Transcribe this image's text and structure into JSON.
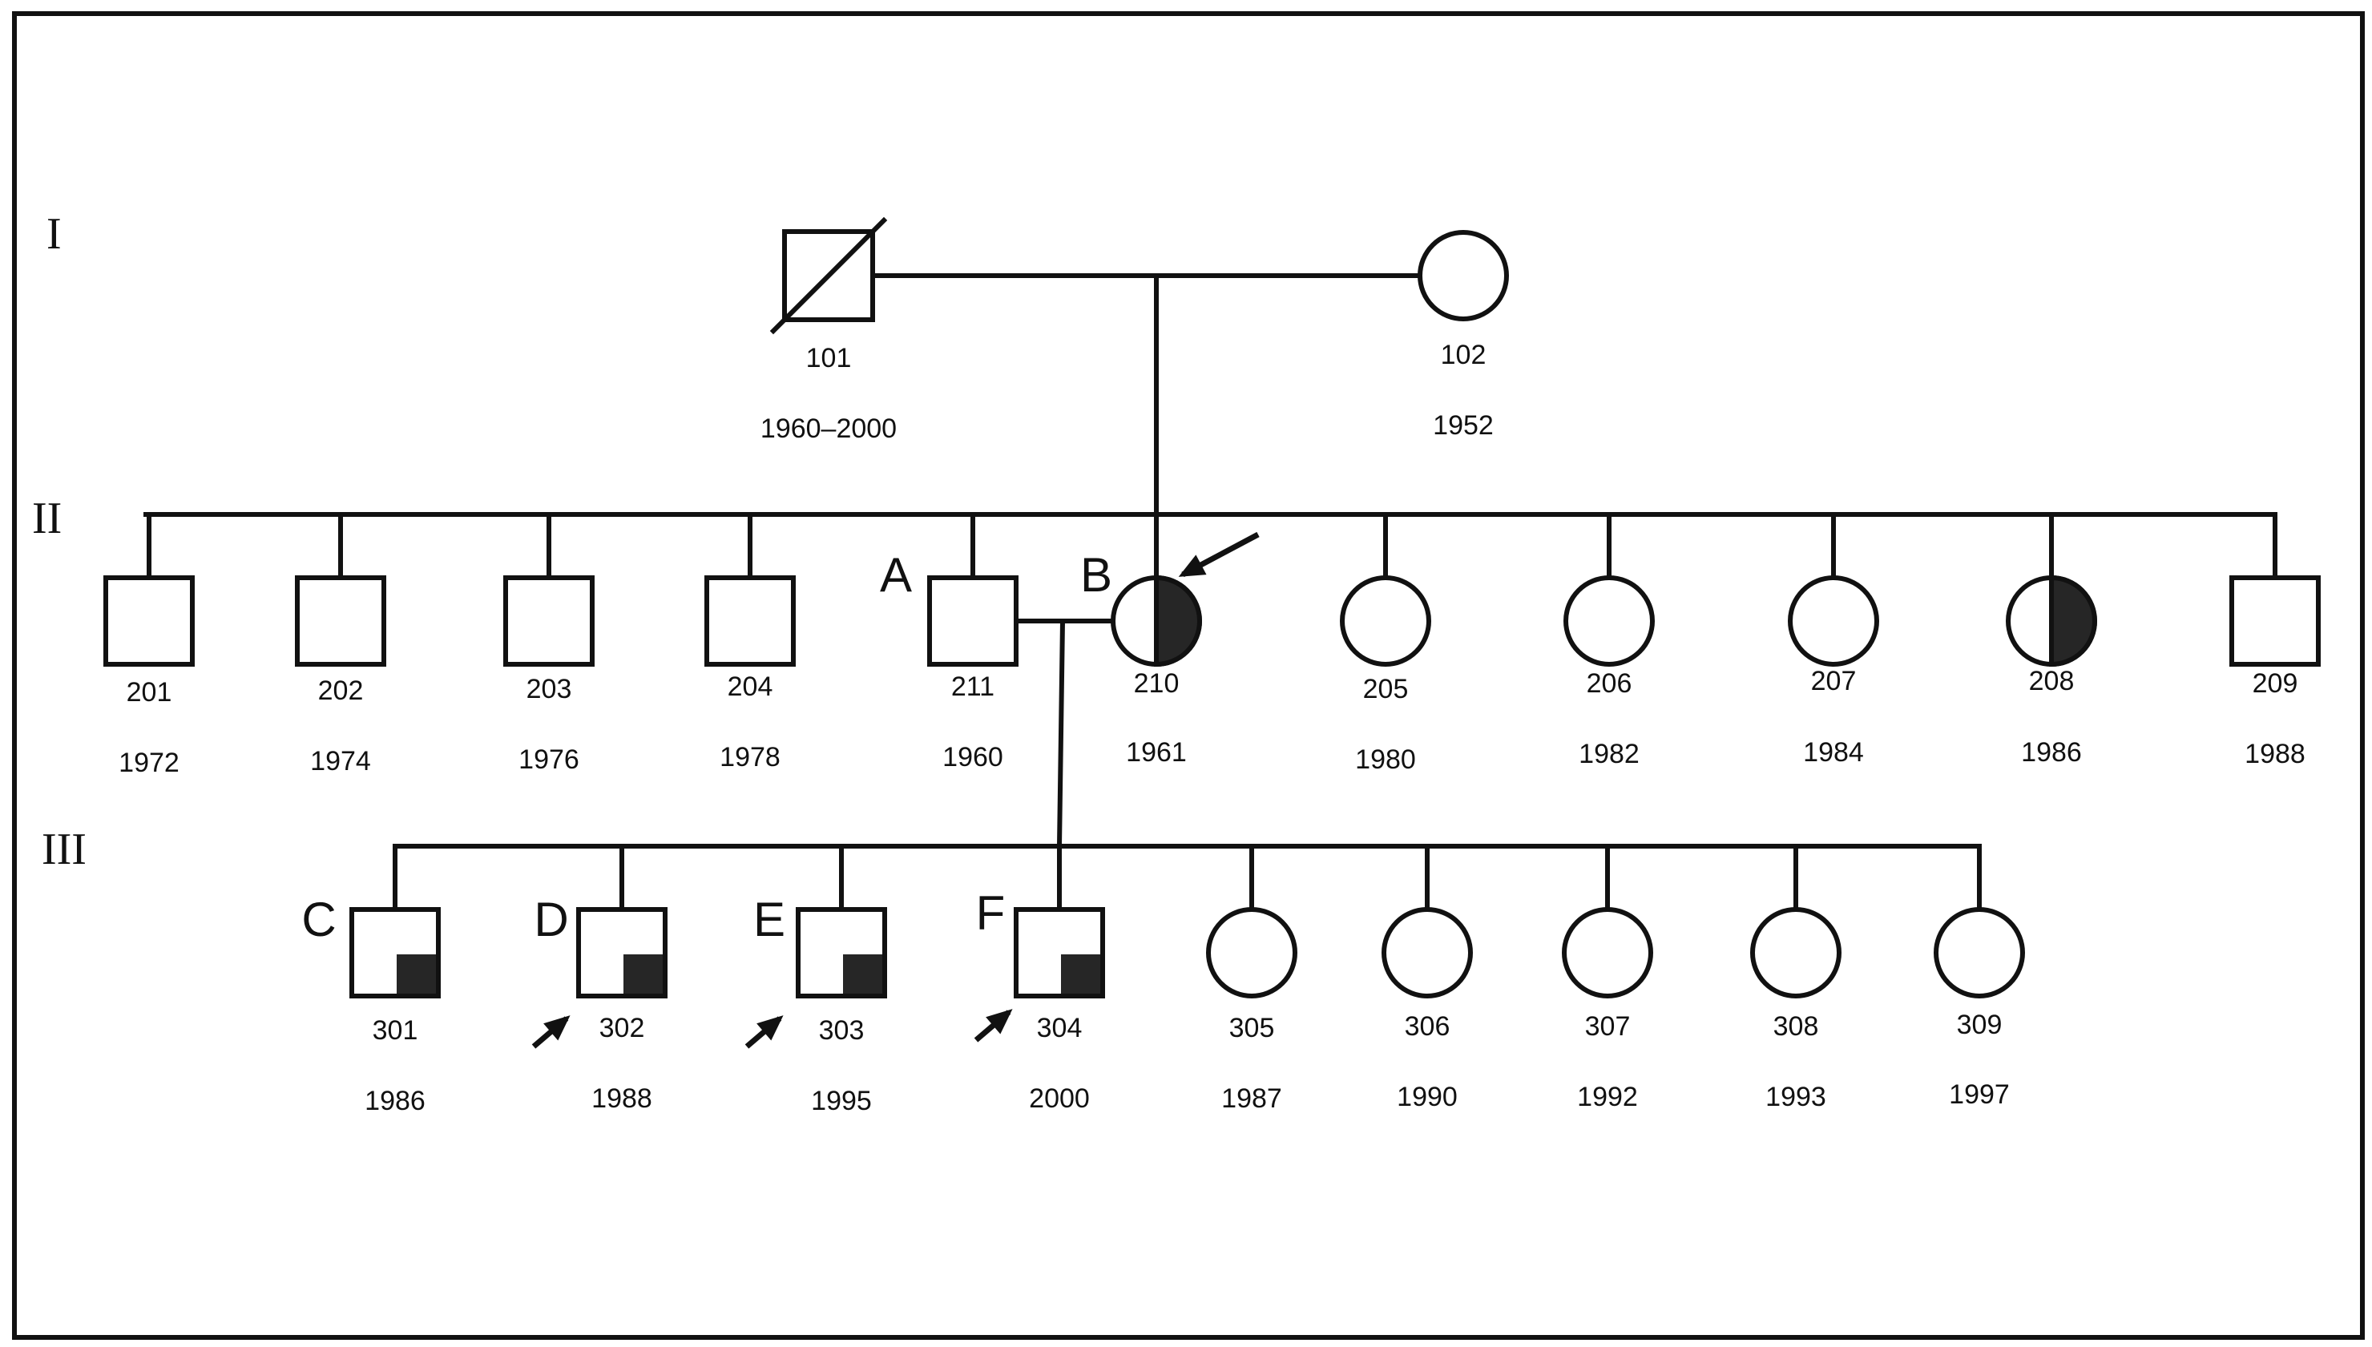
{
  "generations": [
    {
      "label": "I"
    },
    {
      "label": "II"
    },
    {
      "label": "III"
    }
  ],
  "individuals": [
    {
      "id": "101",
      "sex": "male",
      "deceased": true,
      "affected": "none",
      "years": "1960–2000"
    },
    {
      "id": "102",
      "sex": "female",
      "affected": "none",
      "years": "1952"
    },
    {
      "id": "201",
      "sex": "male",
      "affected": "none",
      "years": "1972"
    },
    {
      "id": "202",
      "sex": "male",
      "affected": "none",
      "years": "1974"
    },
    {
      "id": "203",
      "sex": "male",
      "affected": "none",
      "years": "1976"
    },
    {
      "id": "204",
      "sex": "male",
      "affected": "none",
      "years": "1978"
    },
    {
      "id": "211",
      "sex": "male",
      "affected": "none",
      "years": "1960",
      "letter": "A"
    },
    {
      "id": "210",
      "sex": "female",
      "affected": "right-half",
      "years": "1961",
      "letter": "B",
      "arrow": true
    },
    {
      "id": "205",
      "sex": "female",
      "affected": "none",
      "years": "1980"
    },
    {
      "id": "206",
      "sex": "female",
      "affected": "none",
      "years": "1982"
    },
    {
      "id": "207",
      "sex": "female",
      "affected": "none",
      "years": "1984"
    },
    {
      "id": "208",
      "sex": "female",
      "affected": "right-half",
      "years": "1986"
    },
    {
      "id": "209",
      "sex": "male",
      "affected": "none",
      "years": "1988"
    },
    {
      "id": "301",
      "sex": "male",
      "affected": "quarter",
      "years": "1986",
      "letter": "C"
    },
    {
      "id": "302",
      "sex": "male",
      "affected": "quarter",
      "years": "1988",
      "letter": "D",
      "arrow": true
    },
    {
      "id": "303",
      "sex": "male",
      "affected": "quarter",
      "years": "1995",
      "letter": "E",
      "arrow": true
    },
    {
      "id": "304",
      "sex": "male",
      "affected": "quarter",
      "years": "2000",
      "letter": "F",
      "arrow": true
    },
    {
      "id": "305",
      "sex": "female",
      "affected": "none",
      "years": "1987"
    },
    {
      "id": "306",
      "sex": "female",
      "affected": "none",
      "years": "1990"
    },
    {
      "id": "307",
      "sex": "female",
      "affected": "none",
      "years": "1992"
    },
    {
      "id": "308",
      "sex": "female",
      "affected": "none",
      "years": "1993"
    },
    {
      "id": "309",
      "sex": "female",
      "affected": "none",
      "years": "1997"
    }
  ],
  "relationships": [
    {
      "type": "couple",
      "members": [
        "101",
        "102"
      ],
      "children": [
        "201",
        "202",
        "203",
        "204",
        "211",
        "210",
        "205",
        "206",
        "207",
        "208",
        "209"
      ]
    },
    {
      "type": "couple",
      "members": [
        "211",
        "210"
      ],
      "children": [
        "301",
        "302",
        "303",
        "304",
        "305",
        "306",
        "307",
        "308",
        "309"
      ]
    }
  ],
  "colors": {
    "line": "#111111",
    "fill": "#262626",
    "background": "#ffffff"
  }
}
